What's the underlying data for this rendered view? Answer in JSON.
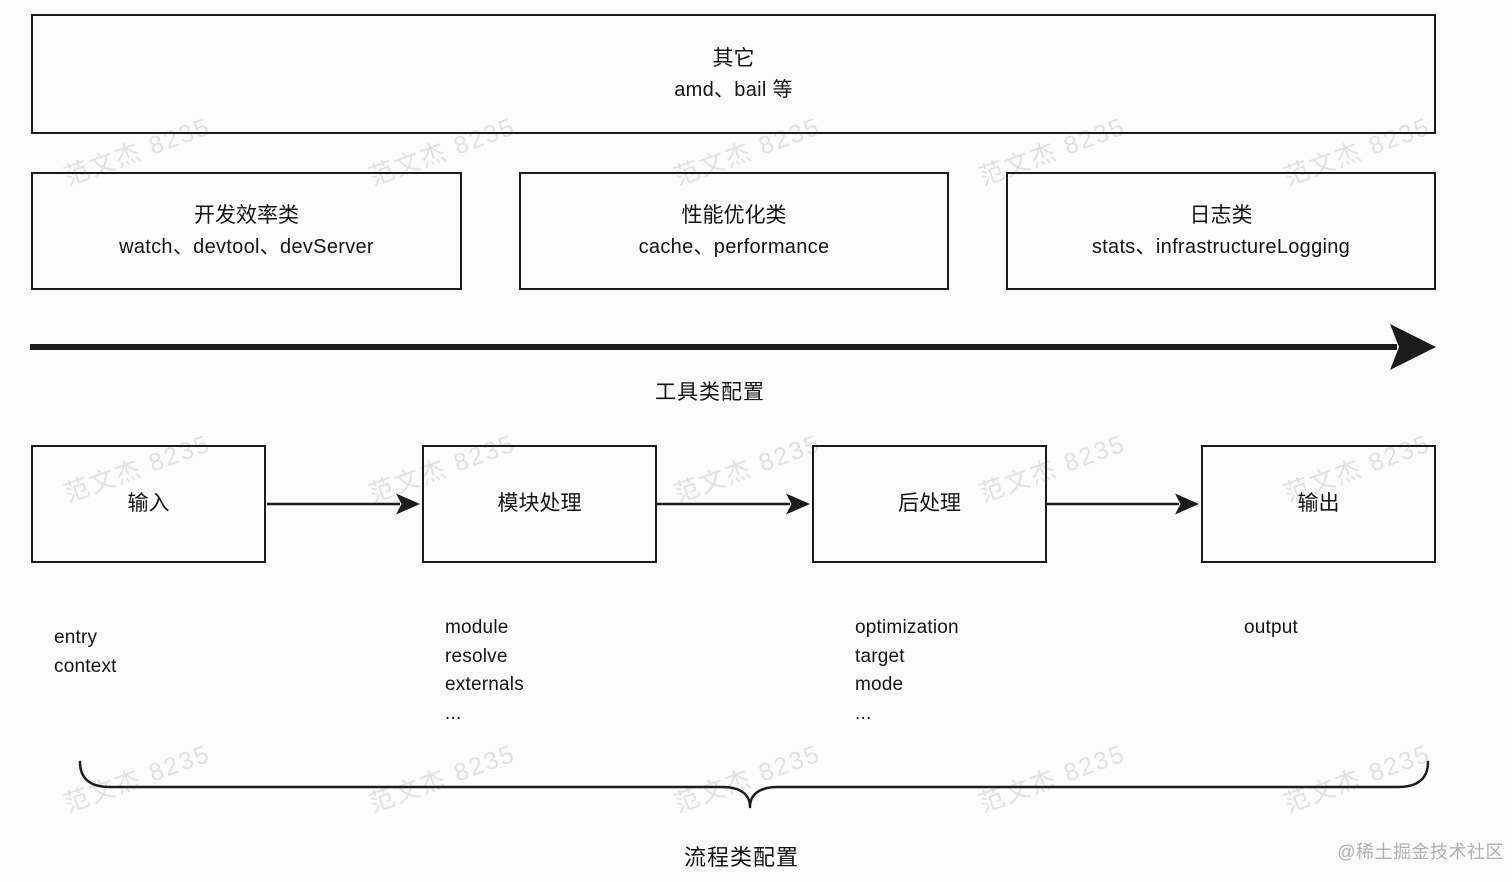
{
  "colors": {
    "line": "#1c1c1c",
    "text": "#141414",
    "background": "#fcfcfc",
    "watermark": "#e2e2e2",
    "credit": "#b0b0b0"
  },
  "watermark": {
    "text": "范文杰 8235"
  },
  "credit": {
    "text": "@稀土掘金技术社区"
  },
  "top_box": {
    "title": "其它",
    "subtitle": "amd、bail 等"
  },
  "tool_boxes": [
    {
      "title": "开发效率类",
      "subtitle": "watch、devtool、devServer"
    },
    {
      "title": "性能优化类",
      "subtitle": "cache、performance"
    },
    {
      "title": "日志类",
      "subtitle": "stats、infrastructureLogging"
    }
  ],
  "tool_axis_label": "工具类配置",
  "flow": {
    "nodes": [
      {
        "label": "输入",
        "props": [
          "entry",
          "context"
        ]
      },
      {
        "label": "模块处理",
        "props": [
          "module",
          "resolve",
          "externals",
          "..."
        ]
      },
      {
        "label": "后处理",
        "props": [
          "optimization",
          "target",
          "mode",
          "..."
        ]
      },
      {
        "label": "输出",
        "props": [
          "output"
        ]
      }
    ],
    "brace_label": "流程类配置"
  }
}
